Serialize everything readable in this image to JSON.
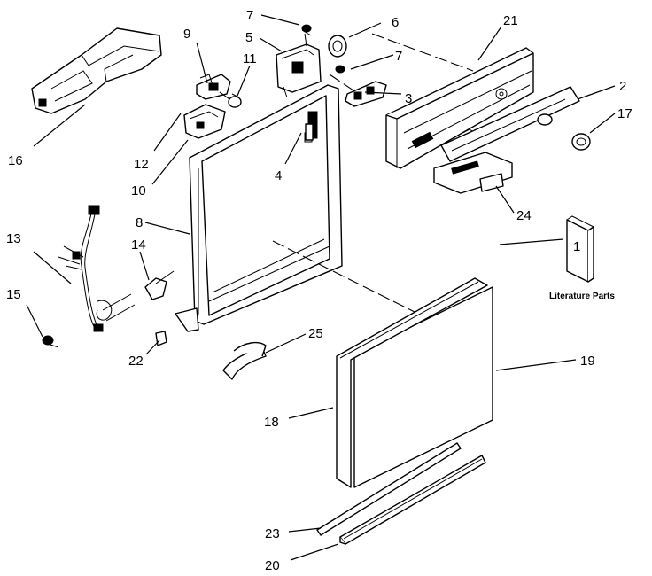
{
  "diagram": {
    "callouts": [
      {
        "id": "c1",
        "text": "1"
      },
      {
        "id": "c2",
        "text": "2"
      },
      {
        "id": "c3",
        "text": "3"
      },
      {
        "id": "c4",
        "text": "4"
      },
      {
        "id": "c5",
        "text": "5"
      },
      {
        "id": "c6",
        "text": "6"
      },
      {
        "id": "c7a",
        "text": "7"
      },
      {
        "id": "c7b",
        "text": "7"
      },
      {
        "id": "c8",
        "text": "8"
      },
      {
        "id": "c9",
        "text": "9"
      },
      {
        "id": "c10",
        "text": "10"
      },
      {
        "id": "c11",
        "text": "11"
      },
      {
        "id": "c12",
        "text": "12"
      },
      {
        "id": "c13",
        "text": "13"
      },
      {
        "id": "c14",
        "text": "14"
      },
      {
        "id": "c15",
        "text": "15"
      },
      {
        "id": "c16",
        "text": "16"
      },
      {
        "id": "c17",
        "text": "17"
      },
      {
        "id": "c18",
        "text": "18"
      },
      {
        "id": "c19",
        "text": "19"
      },
      {
        "id": "c20",
        "text": "20"
      },
      {
        "id": "c21",
        "text": "21"
      },
      {
        "id": "c22",
        "text": "22"
      },
      {
        "id": "c23",
        "text": "23"
      },
      {
        "id": "c24",
        "text": "24"
      },
      {
        "id": "c25",
        "text": "25"
      }
    ],
    "literature_label": "Literature Parts"
  }
}
